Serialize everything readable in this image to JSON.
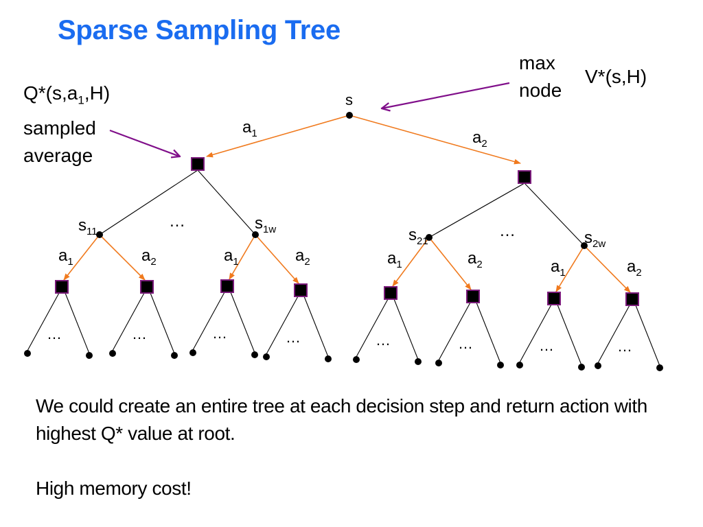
{
  "slide": {
    "title": "Sparse Sampling Tree",
    "annotations": {
      "q_label": {
        "prefix": "Q*(s,a",
        "sub": "1",
        "suffix": ",H)",
        "line2": "sampled",
        "line3": "average"
      },
      "max_node": {
        "line1": "max",
        "line2": "node"
      },
      "v_label": "V*(s,H)"
    },
    "body": {
      "paragraph1": "We could create an entire tree at each decision step and return action with highest Q* value at root.",
      "paragraph2": "High memory cost!"
    },
    "colors": {
      "title": "#1a6cf0",
      "action_edge": "#f07a1e",
      "annotation_arrow": "#800f8a",
      "square_border": "#7a1a7a",
      "node_fill": "#000000"
    }
  },
  "tree": {
    "root": {
      "label": "s"
    },
    "root_actions": [
      {
        "label": "a",
        "sub": "1"
      },
      {
        "label": "a",
        "sub": "2"
      }
    ],
    "states": [
      {
        "label": "s",
        "sub": "11"
      },
      {
        "label": "s",
        "sub": "1w"
      },
      {
        "label": "s",
        "sub": "21"
      },
      {
        "label": "s",
        "sub": "2w"
      }
    ],
    "state_actions": [
      {
        "label": "a",
        "sub": "1"
      },
      {
        "label": "a",
        "sub": "2"
      }
    ],
    "ellipsis": "…"
  }
}
